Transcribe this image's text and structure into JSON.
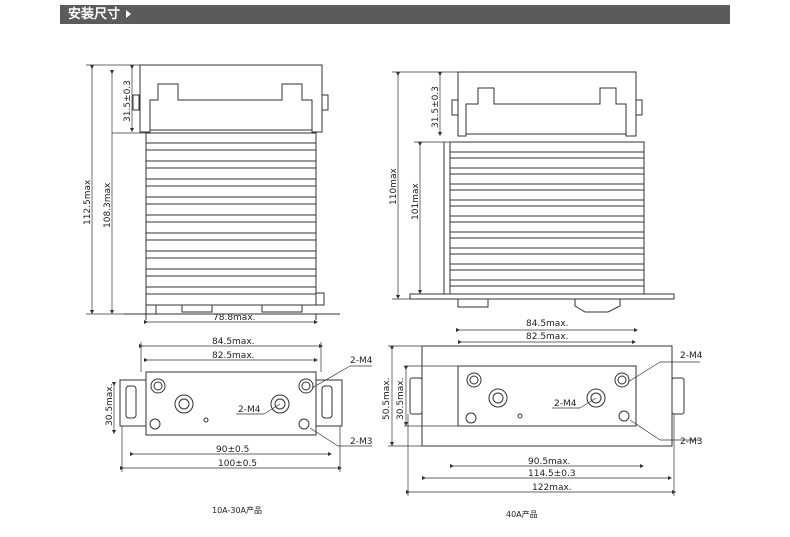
{
  "header": {
    "title": "安装尺寸"
  },
  "colors": {
    "header_bg": "#5b5b5b",
    "line": "#333333"
  },
  "left": {
    "caption": "10A-30A产品",
    "dims": {
      "height_total": "112.5max",
      "height_body": "108.3max",
      "top_cover": "31.5±0.3",
      "depth": "78.8max.",
      "width_outer": "84.5max.",
      "width_inner": "82.5max.",
      "hole_pitch": "90±0.5",
      "total_length": "100±0.5",
      "side_height": "30.5max."
    },
    "callouts": {
      "m4_a": "2-M4",
      "m4_b": "2-M4",
      "m3": "2-M3"
    }
  },
  "right": {
    "caption": "40A产品",
    "dims": {
      "height_total": "110max",
      "body_height": "101max",
      "top_cover": "31.5±0.3",
      "width_outer": "84.5max.",
      "width_inner": "82.5max.",
      "height_outer": "50.5max.",
      "height_inner": "30.5max.",
      "hole_pitch": "90.5max.",
      "mount_pitch": "114.5±0.3",
      "total_length": "122max."
    },
    "callouts": {
      "m4_a": "2-M4",
      "m4_b": "2-M4",
      "m3": "2-M3"
    }
  }
}
